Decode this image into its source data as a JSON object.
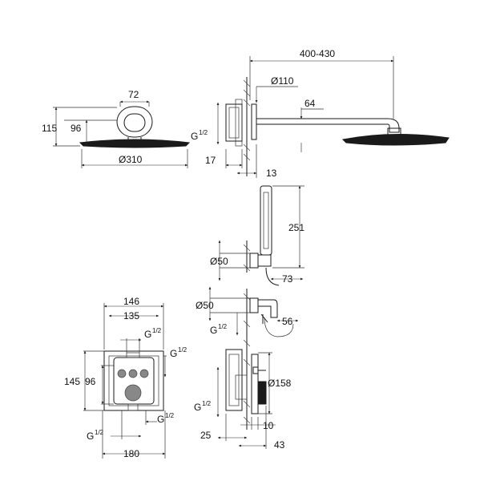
{
  "dimensions": {
    "head_top_72": "72",
    "head_115": "115",
    "head_96": "96",
    "head_dia_310": "Ø310",
    "arm_400_430": "400-430",
    "flange_110": "Ø110",
    "arm_64": "64",
    "g_half_arm": "G",
    "g_half_arm_frac": "1/2",
    "wall_17": "17",
    "wall_13": "13",
    "hand_251": "251",
    "hand_dia_50a": "Ø50",
    "hand_73": "73",
    "hand_dia_50b": "Ø50",
    "hand_56": "56",
    "hand_g": "G",
    "hand_g_frac": "1/2",
    "box_146": "146",
    "box_135": "135",
    "box_g1": "G",
    "box_g1_frac": "1/2",
    "box_g2": "G",
    "box_g2_frac": "1/2",
    "box_145": "145",
    "box_96": "96",
    "box_g3": "G",
    "box_g3_frac": "1/2",
    "box_g4": "G",
    "box_g4_frac": "1/2",
    "box_180": "180",
    "side_dia_158": "Ø158",
    "side_g": "G",
    "side_g_frac": "1/2",
    "side_10": "10",
    "side_25": "25",
    "side_43": "43"
  }
}
